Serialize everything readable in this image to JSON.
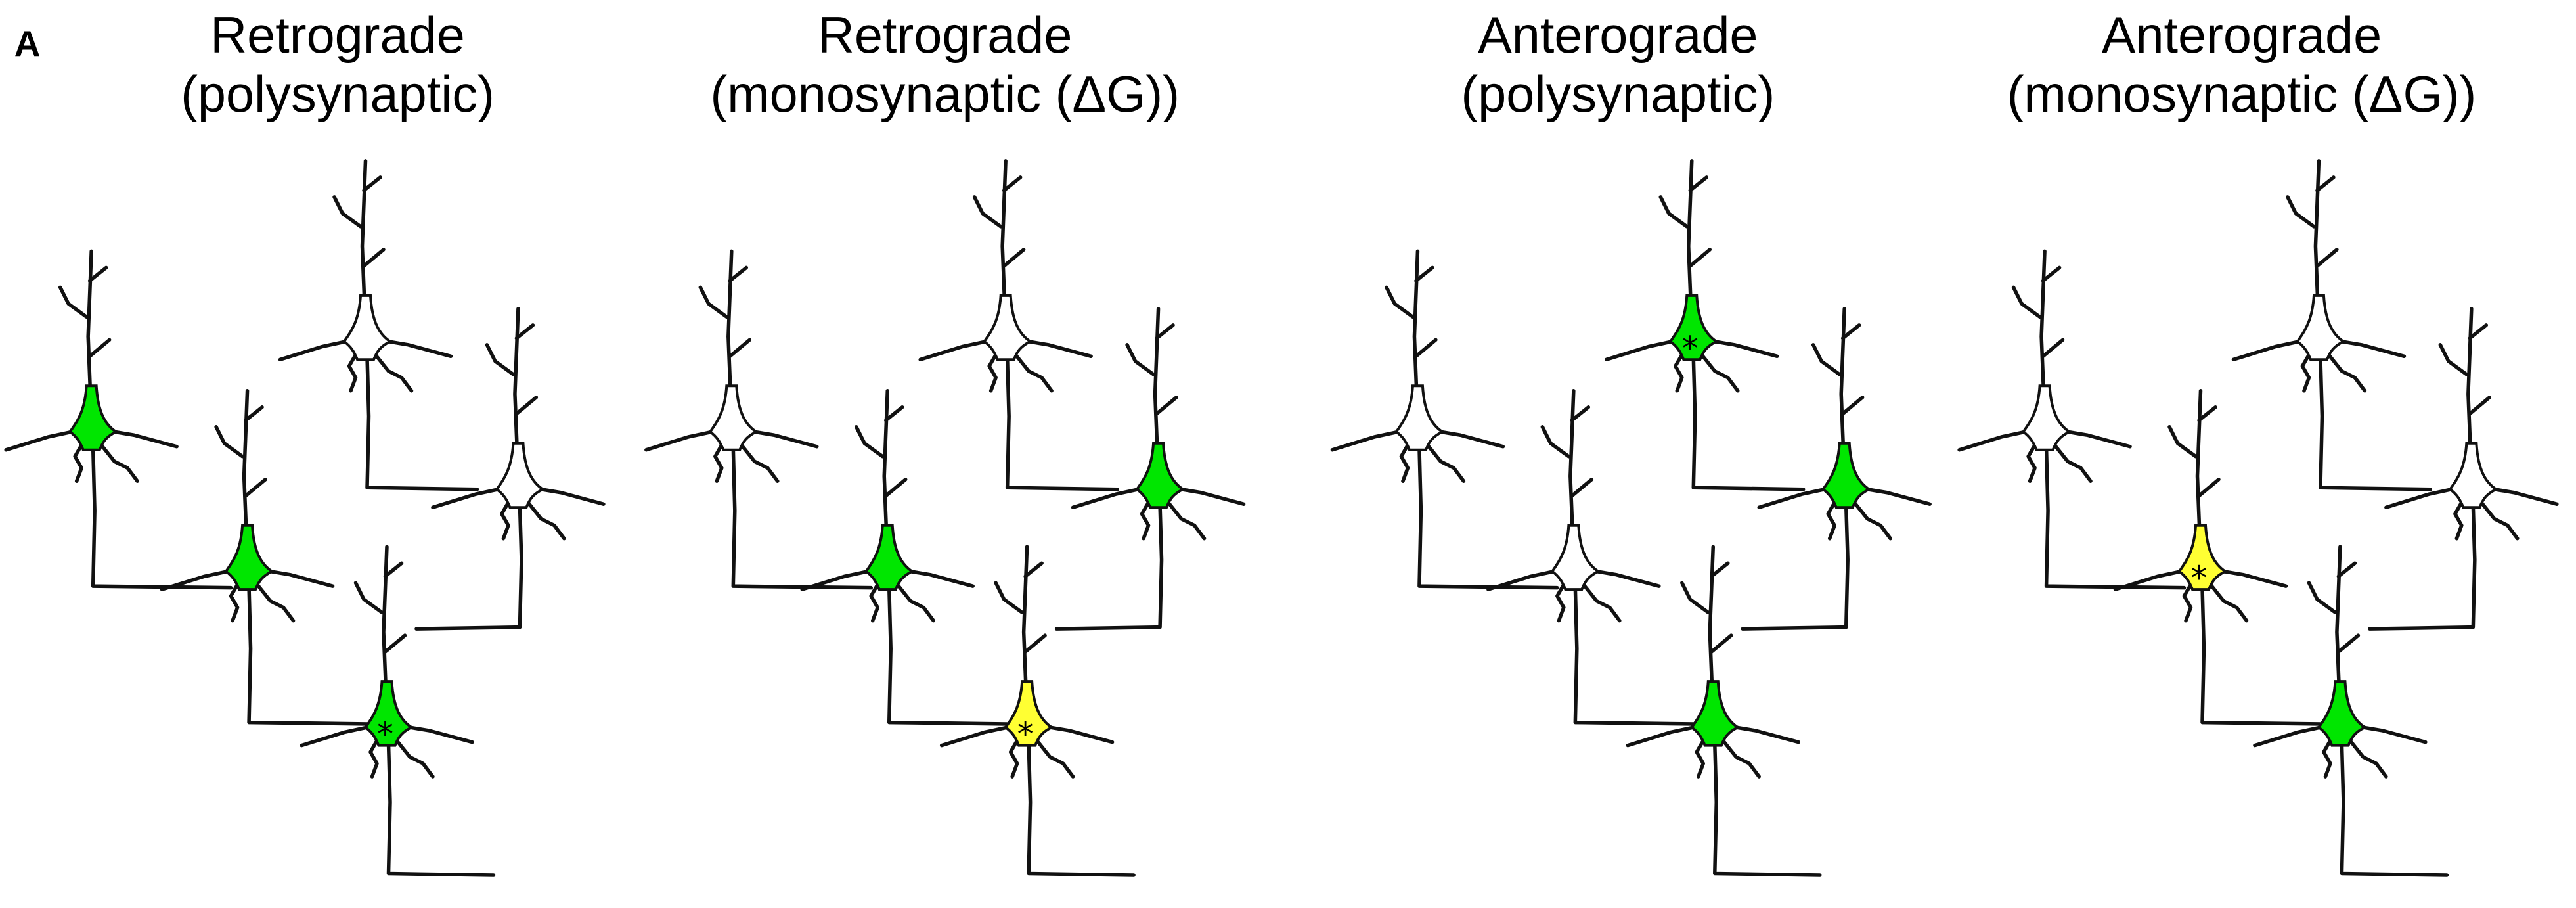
{
  "figure_label": "A",
  "colors": {
    "green": "#00e600",
    "yellow": "#ffff33",
    "white": "#ffffff"
  },
  "panels": [
    {
      "title_line1": "Retrograde",
      "title_line2": "(polysynaptic)",
      "neurons": [
        {
          "fill": "green",
          "starter": false
        },
        {
          "fill": "green",
          "starter": false
        },
        {
          "fill": "green",
          "starter": true
        },
        {
          "fill": "white",
          "starter": false
        },
        {
          "fill": "white",
          "starter": false
        }
      ]
    },
    {
      "title_line1": "Retrograde",
      "title_line2": "(monosynaptic (ΔG))",
      "neurons": [
        {
          "fill": "white",
          "starter": false
        },
        {
          "fill": "green",
          "starter": false
        },
        {
          "fill": "yellow",
          "starter": true
        },
        {
          "fill": "white",
          "starter": false
        },
        {
          "fill": "green",
          "starter": false
        }
      ]
    },
    {
      "title_line1": "Anterograde",
      "title_line2": "(polysynaptic)",
      "neurons": [
        {
          "fill": "white",
          "starter": false
        },
        {
          "fill": "white",
          "starter": false
        },
        {
          "fill": "green",
          "starter": false
        },
        {
          "fill": "green",
          "starter": true
        },
        {
          "fill": "green",
          "starter": false
        }
      ]
    },
    {
      "title_line1": "Anterograde",
      "title_line2": "(monosynaptic (ΔG))",
      "neurons": [
        {
          "fill": "white",
          "starter": false
        },
        {
          "fill": "yellow",
          "starter": true
        },
        {
          "fill": "green",
          "starter": false
        },
        {
          "fill": "white",
          "starter": false
        },
        {
          "fill": "white",
          "starter": false
        }
      ]
    }
  ]
}
